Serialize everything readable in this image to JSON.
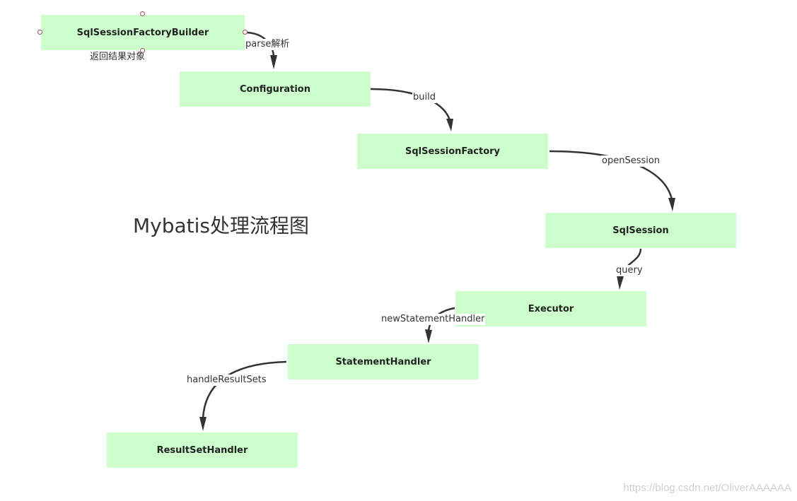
{
  "diagram": {
    "title": "Mybatis处理流程图",
    "nodes": {
      "sqlSessionFactoryBuilder": "SqlSessionFactoryBuilder",
      "configuration": "Configuration",
      "sqlSessionFactory": "SqlSessionFactory",
      "sqlSession": "SqlSession",
      "executor": "Executor",
      "statementHandler": "StatementHandler",
      "resultSetHandler": "ResultSetHandler"
    },
    "edges": {
      "parse": "parse解析",
      "returnResult": "返回结果对象",
      "build": "build",
      "openSession": "openSession",
      "query": "query",
      "newStatementHandler": "newStatementHandler",
      "handleResultSets": "handleResultSets"
    },
    "colors": {
      "node_fill": "#ccffcc",
      "edge": "#333333",
      "handle": "#a05060"
    }
  },
  "watermark": "https://blog.csdn.net/OliverAAAAAA"
}
